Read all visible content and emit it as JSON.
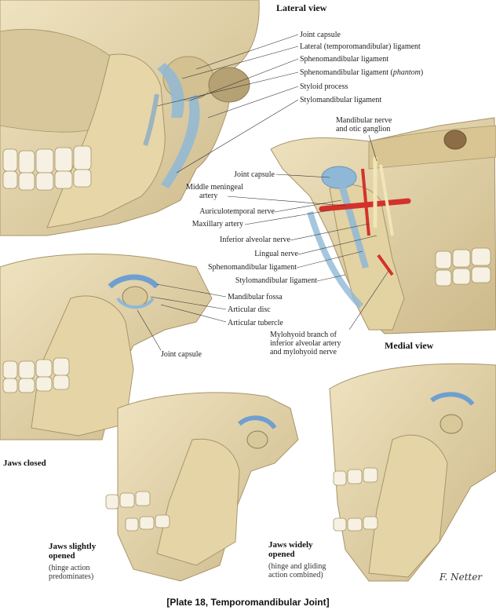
{
  "views": {
    "lateral": "Lateral view",
    "medial": "Medial view"
  },
  "lateral_labels": [
    "Joint capsule",
    "Lateral (temporomandibular) ligament",
    "Sphenomandibular ligament",
    "Sphenomandibular ligament (phantom)",
    "Styloid process",
    "Stylomandibular ligament"
  ],
  "medial_labels": {
    "top": [
      "Mandibular nerve",
      "and otic ganglion"
    ],
    "left": [
      "Joint capsule",
      "Middle meningeal",
      "artery",
      "Auriculotemporal nerve",
      "Maxillary artery",
      "Inferior alveolar nerve",
      "Lingual nerve",
      "Sphenomandibular ligament",
      "Stylomandibular ligament"
    ],
    "bottom": [
      "Mylohyoid branch of",
      "inferior alveolar artery",
      "and mylohyoid nerve"
    ]
  },
  "closed_labels": [
    "Mandibular fossa",
    "Articular disc",
    "Articular tubercle",
    "Joint capsule"
  ],
  "panels": {
    "closed": {
      "title": "Jaws closed"
    },
    "slightly": {
      "title_lines": [
        "Jaws slightly",
        "opened"
      ],
      "sub_lines": [
        "(hinge action",
        "predominates)"
      ]
    },
    "widely": {
      "title_lines": [
        "Jaws widely",
        "opened"
      ],
      "sub_lines": [
        "(hinge and gliding",
        "action combined)"
      ]
    }
  },
  "caption": "[Plate 18, Temporomandibular Joint]",
  "signature": "F. Netter",
  "colors": {
    "bone": "#e9dcb5",
    "bone_shadow": "#cbb98c",
    "ligament": "#8fb8d6",
    "disc": "#6f9fd0",
    "artery": "#d3322c",
    "nerve": "#f1e6b8",
    "tooth": "#f6f1e2"
  }
}
